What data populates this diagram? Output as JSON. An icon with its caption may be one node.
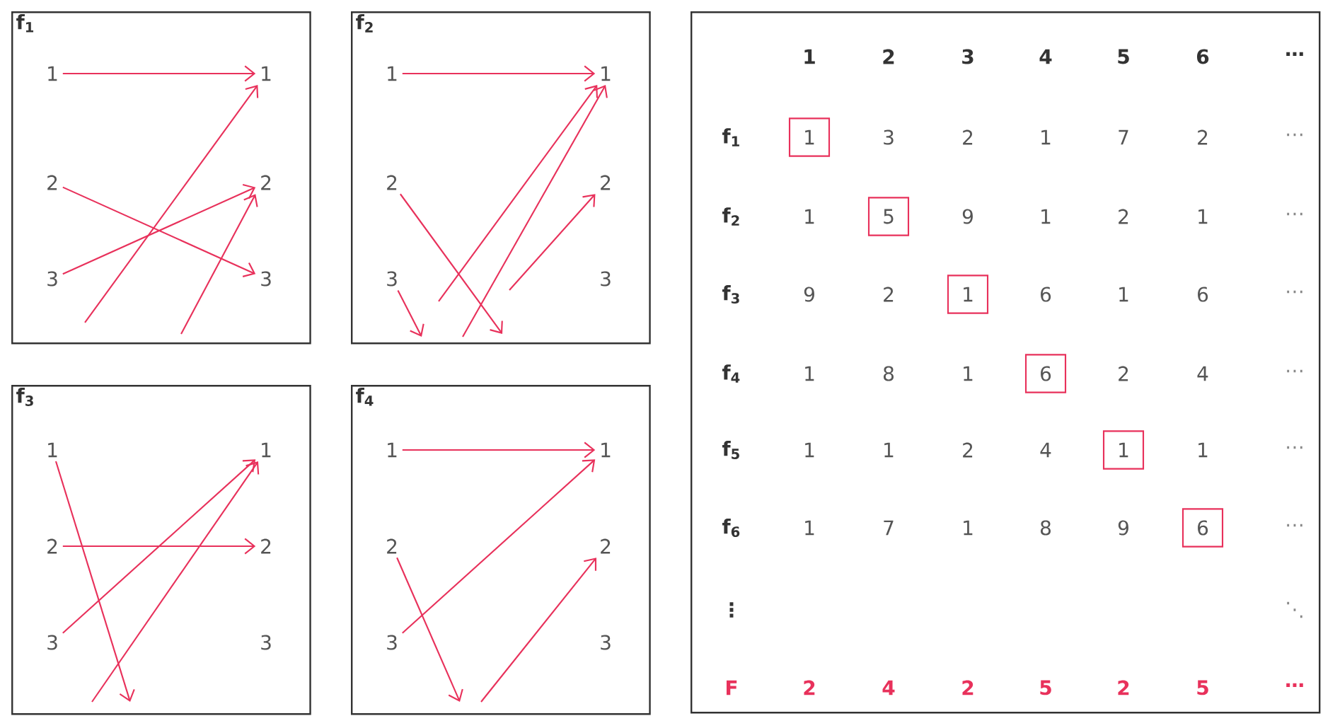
{
  "diagram": {
    "nodes": [
      {
        "text": [
          "f$_{1}$"
        ]
      },
      {
        "text": [
          "1"
        ],
        "in": 0
      },
      {
        "text": [
          "2"
        ],
        "in": 0
      },
      {
        "text": [
          "3"
        ],
        "in": 0
      },
      {
        "text": [
          "1"
        ],
        "in": 0
      },
      {
        "text": [
          "2"
        ],
        "in": 0
      },
      {
        "text": [
          "3"
        ],
        "in": 0
      },
      {
        "text": [
          "f$_{2}$"
        ]
      },
      {
        "text": [
          "1"
        ],
        "in": 7
      },
      {
        "text": [
          "2"
        ],
        "in": 7
      },
      {
        "text": [
          "3"
        ],
        "in": 7
      },
      {
        "text": [
          "1"
        ],
        "in": 7
      },
      {
        "text": [
          "2"
        ],
        "in": 7
      },
      {
        "text": [
          "3"
        ],
        "in": 7
      },
      {
        "text": [
          "f$_{3}$"
        ]
      },
      {
        "text": [
          "1"
        ],
        "in": 14
      },
      {
        "text": [
          "2"
        ],
        "in": 14
      },
      {
        "text": [
          "3"
        ],
        "in": 14
      },
      {
        "text": [
          "1"
        ],
        "in": 14
      },
      {
        "text": [
          "2"
        ],
        "in": 14
      },
      {
        "text": [
          "3"
        ],
        "in": 14
      },
      {
        "text": [
          "f$_{4}$"
        ]
      },
      {
        "text": [
          "1"
        ],
        "in": 21
      },
      {
        "text": [
          "2"
        ],
        "in": 21
      },
      {
        "text": [
          "3"
        ],
        "in": 21
      },
      {
        "text": [
          "1"
        ],
        "in": 21
      },
      {
        "text": [
          "2"
        ],
        "in": 21
      },
      {
        "text": [
          "3"
        ],
        "in": 21
      },
      {
        "text": [],
        "shape": "box"
      },
      {
        "text": [
          "1"
        ],
        "in": 28
      },
      {
        "text": [
          "5"
        ],
        "in": 28
      },
      {
        "text": [
          "1"
        ],
        "in": 28
      },
      {
        "text": [
          "6"
        ],
        "in": 28
      },
      {
        "text": [
          "1"
        ],
        "in": 28
      },
      {
        "text": [
          "6"
        ],
        "in": 28
      }
    ],
    "edges": [
      {
        "from": 1,
        "to": 4,
        "arrow": "to"
      },
      {
        "from": 2,
        "to": 6,
        "arrow": "to"
      },
      {
        "from": 3,
        "to": 5,
        "arrow": "to"
      },
      {
        "from": null,
        "to": 4,
        "arrow": "to"
      },
      {
        "from": null,
        "to": 5,
        "arrow": "to"
      },
      {
        "from": 8,
        "to": 11,
        "arrow": "to"
      },
      {
        "from": 9,
        "to": null,
        "arrow": "to"
      },
      {
        "from": 10,
        "to": null,
        "arrow": "to"
      },
      {
        "from": null,
        "to": 11,
        "arrow": "to"
      },
      {
        "from": null,
        "to": 11,
        "arrow": "to"
      },
      {
        "from": null,
        "to": 12,
        "arrow": "to"
      },
      {
        "from": 15,
        "to": null,
        "arrow": "to"
      },
      {
        "from": 16,
        "to": 19,
        "arrow": "to"
      },
      {
        "from": 17,
        "to": 18,
        "arrow": "to"
      },
      {
        "from": null,
        "to": 18,
        "arrow": "to"
      },
      {
        "from": 22,
        "to": 25,
        "arrow": "to"
      },
      {
        "from": 23,
        "to": null,
        "arrow": "to"
      },
      {
        "from": 24,
        "to": 25,
        "arrow": "to"
      },
      {
        "from": null,
        "to": 26,
        "arrow": "to"
      }
    ],
    "labels": [
      "1",
      "2",
      "3",
      "4",
      "5",
      "6",
      "⋯",
      "f$_{1}$",
      "3",
      "2",
      "1",
      "7",
      "2",
      "⋯",
      "f$_{2}$",
      "1",
      "9",
      "1",
      "2",
      "1",
      "⋯",
      "f$_{3}$",
      "9",
      "2",
      "6",
      "1",
      "6",
      "⋯",
      "f$_{4}$",
      "1",
      "8",
      "1",
      "2",
      "4",
      "⋯",
      "f$_{5}$",
      "1",
      "1",
      "2",
      "4",
      "1",
      "⋯",
      "f$_{6}$",
      "1",
      "7",
      "1",
      "8",
      "9",
      "⋯",
      "⋮",
      "⋱",
      "F",
      "2",
      "4",
      "2",
      "5",
      "2",
      "5",
      "⋯"
    ]
  }
}
